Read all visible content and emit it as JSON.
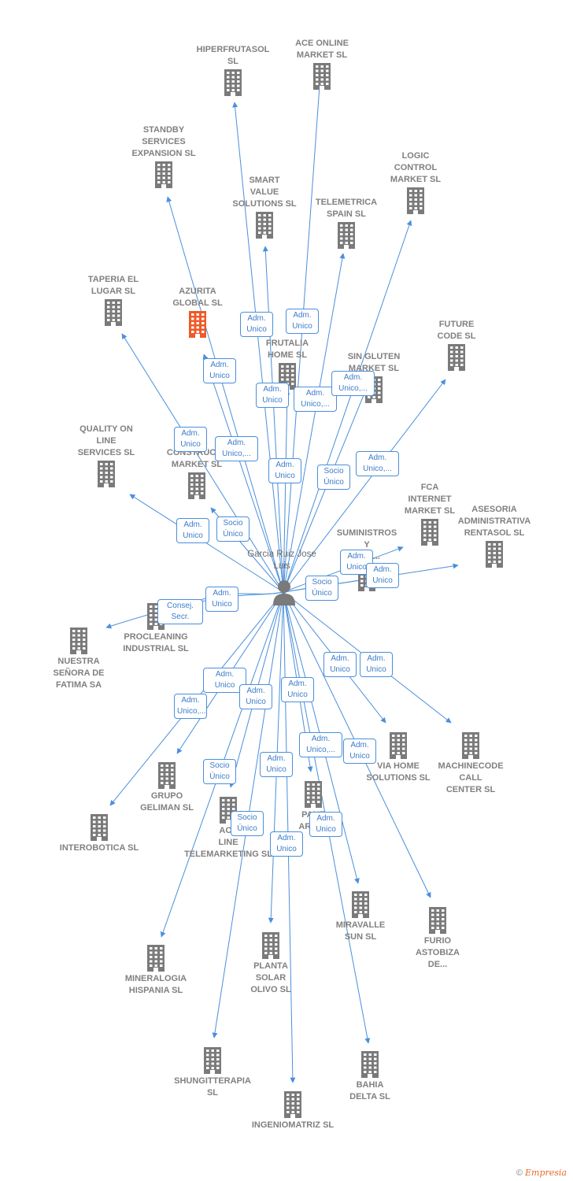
{
  "center": {
    "name": "Garcia Ruiz\nJose Luis"
  },
  "colors": {
    "edge": "#4a8fdc",
    "building": "#7a7a7a",
    "highlight": "#ee5a2a",
    "label": "#808080"
  },
  "companies": [
    {
      "id": "hiperfrutasol",
      "label": "HIPERFRUTASOL\nSL"
    },
    {
      "id": "ace-online-market",
      "label": "ACE ONLINE\nMARKET SL"
    },
    {
      "id": "standby",
      "label": "STANDBY\nSERVICES\nEXPANSION SL"
    },
    {
      "id": "smart-value",
      "label": "SMART\nVALUE\nSOLUTIONS SL"
    },
    {
      "id": "telemetrica",
      "label": "TELEMETRICA\nSPAIN SL"
    },
    {
      "id": "logic-control",
      "label": "LOGIC\nCONTROL\nMARKET SL"
    },
    {
      "id": "taperia",
      "label": "TAPERIA EL\nLUGAR SL"
    },
    {
      "id": "azurita",
      "label": "AZURITA\nGLOBAL SL",
      "highlight": true
    },
    {
      "id": "frutalia",
      "label": "FRUTALIA\nHOME SL"
    },
    {
      "id": "sin-gluten",
      "label": "SIN GLUTEN\nMARKET SL"
    },
    {
      "id": "future-code",
      "label": "FUTURE\nCODE SL"
    },
    {
      "id": "quality-online",
      "label": "QUALITY ON\nLINE\nSERVICES SL"
    },
    {
      "id": "construct",
      "label": "CONSTRUCTA\nMARKET SL"
    },
    {
      "id": "fca-internet",
      "label": "FCA\nINTERNET\nMARKET SL"
    },
    {
      "id": "asesoria",
      "label": "ASESORIA\nADMINISTRATIVA\nRENTASOL SL"
    },
    {
      "id": "suministros",
      "label": "SUMINISTROS\nY\nMAS..."
    },
    {
      "id": "procleaning",
      "label": "PROCLEANING\nINDUSTRIAL SL"
    },
    {
      "id": "nuestra-senora",
      "label": "NUESTRA\nSEÑORA DE\nFATIMA SA"
    },
    {
      "id": "via-home",
      "label": "VIA HOME\nSOLUTIONS SL"
    },
    {
      "id": "machinecode",
      "label": "MACHINECODE\nCALL\nCENTER SL"
    },
    {
      "id": "grupo-geliman",
      "label": "GRUPO\nGELIMAN SL"
    },
    {
      "id": "ace-line-tele",
      "label": "ACE\nLINE\nTELEMARKETING SL"
    },
    {
      "id": "panel-artes",
      "label": "PANE\nARTES"
    },
    {
      "id": "interobotica",
      "label": "INTEROBOTICA SL"
    },
    {
      "id": "miravalle",
      "label": "MIRAVALLE\nSUN SL"
    },
    {
      "id": "furio",
      "label": "FURIO\nASTOBIZA\nDE..."
    },
    {
      "id": "mineralogia",
      "label": "MINERALOGIA\nHISPANIA SL"
    },
    {
      "id": "planta-solar",
      "label": "PLANTA\nSOLAR\nOLIVO SL"
    },
    {
      "id": "shungitterapia",
      "label": "SHUNGITTERAPIA\nSL"
    },
    {
      "id": "bahia-delta",
      "label": "BAHIA\nDELTA SL"
    },
    {
      "id": "ingeniomatriz",
      "label": "INGENIOMATRIZ SL"
    }
  ],
  "relations": [
    {
      "id": "r1",
      "label": "Adm.\nUnico"
    },
    {
      "id": "r2",
      "label": "Adm.\nUnico"
    },
    {
      "id": "r3",
      "label": "Adm.\nUnico"
    },
    {
      "id": "r4",
      "label": "Adm.\nUnico"
    },
    {
      "id": "r5",
      "label": "Adm.\nUnico,..."
    },
    {
      "id": "r6",
      "label": "Adm.\nUnico,..."
    },
    {
      "id": "r7",
      "label": "Adm.\nUnico"
    },
    {
      "id": "r8",
      "label": "Adm.\nUnico,..."
    },
    {
      "id": "r9",
      "label": "Adm.\nUnico"
    },
    {
      "id": "r10",
      "label": "Socio\nÚnico"
    },
    {
      "id": "r11",
      "label": "Adm.\nUnico,..."
    },
    {
      "id": "r12",
      "label": "Adm.\nUnico"
    },
    {
      "id": "r13",
      "label": "Socio\nÚnico"
    },
    {
      "id": "r14",
      "label": "Socio\nÚnico"
    },
    {
      "id": "r15",
      "label": "Adm.\nUnico"
    },
    {
      "id": "r16",
      "label": "Adm.\nUnico"
    },
    {
      "id": "r17",
      "label": "Adm.\nUnico"
    },
    {
      "id": "r18",
      "label": "Consej.\nSecr."
    },
    {
      "id": "r19",
      "label": "Adm.\nUnico"
    },
    {
      "id": "r20",
      "label": "Adm.\nUnico"
    },
    {
      "id": "r21",
      "label": "Adm.\nUnico,..."
    },
    {
      "id": "r22",
      "label": "Adm.\nUnico"
    },
    {
      "id": "r23",
      "label": "Adm.\nUnico"
    },
    {
      "id": "r24",
      "label": "Adm.\nUnico"
    },
    {
      "id": "r25",
      "label": "Adm.\nUnico,..."
    },
    {
      "id": "r26",
      "label": "Adm.\nUnico"
    },
    {
      "id": "r27",
      "label": "Socio\nÚnico"
    },
    {
      "id": "r28",
      "label": "Adm.\nUnico"
    },
    {
      "id": "r29",
      "label": "Socio\nÚnico"
    },
    {
      "id": "r30",
      "label": "Adm.\nUnico"
    },
    {
      "id": "r31",
      "label": "Adm.\nUnico"
    }
  ],
  "footer": {
    "symbol": "©",
    "brand": "Empresia"
  }
}
